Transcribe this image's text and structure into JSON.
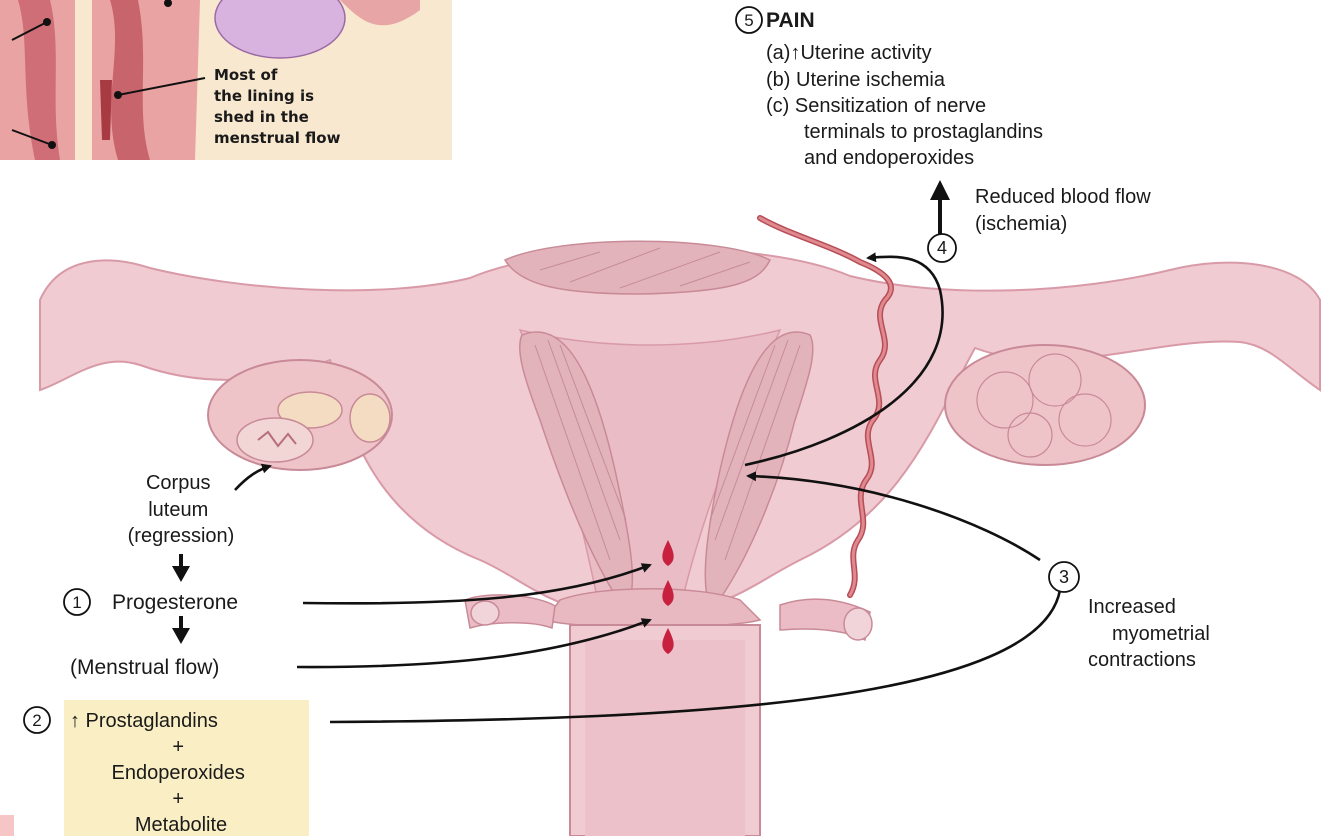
{
  "inset": {
    "caption_lines": [
      "Most of",
      "the lining is",
      "shed in the",
      "menstrual flow"
    ]
  },
  "pain": {
    "number": "5",
    "title": "PAIN",
    "items": [
      "(a)↑Uterine activity",
      "(b) Uterine ischemia",
      "(c) Sensitization of nerve"
    ],
    "continuation_lines": [
      "terminals to prostaglandins",
      "and endoperoxides"
    ]
  },
  "step4": {
    "number": "4",
    "label_lines": [
      "Reduced blood flow",
      "(ischemia)"
    ]
  },
  "corpus_luteum": {
    "label_lines": [
      "Corpus",
      "luteum",
      "(regression)"
    ]
  },
  "step1": {
    "number": "1",
    "label": "Progesterone"
  },
  "menstrual_flow": {
    "label": "(Menstrual flow)"
  },
  "step2": {
    "number": "2",
    "box_lines": [
      "↑ Prostaglandins",
      "+",
      "Endoperoxides",
      "+",
      "Metabolite"
    ]
  },
  "step3": {
    "number": "3",
    "label_lines": [
      "Increased",
      "myometrial",
      "contractions"
    ]
  },
  "colors": {
    "uterus_fill": "#f1cbd2",
    "uterus_dark": "#d99aa8",
    "myometrium": "#e3b3bc",
    "blood_drop": "#c8203f",
    "artery": "#d46a72",
    "yellow_box": "#faefc4",
    "inset_bg": "#f8e8cf"
  }
}
